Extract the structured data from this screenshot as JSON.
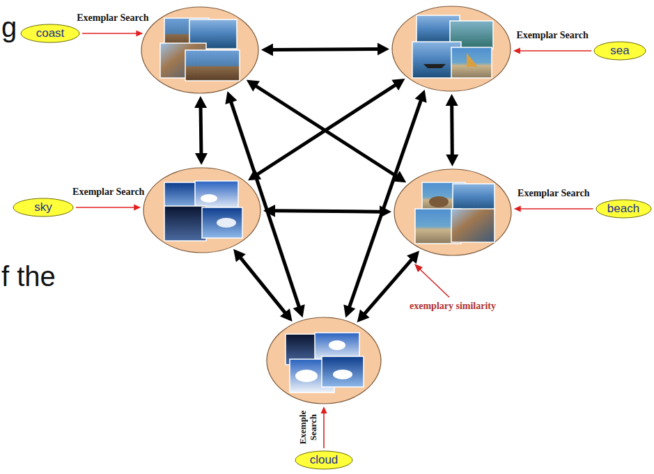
{
  "diagram": {
    "nodes": [
      {
        "text": [
          "coast"
        ]
      },
      {
        "text": []
      },
      {
        "text": []
      },
      {
        "text": [
          "sea"
        ]
      },
      {
        "text": [
          "sky"
        ]
      },
      {
        "text": []
      },
      {
        "text": []
      },
      {
        "text": [
          "beach"
        ]
      },
      {
        "text": []
      },
      {
        "text": [
          "cloud"
        ]
      }
    ],
    "edges": [
      {
        "from": 0,
        "to": 1,
        "arrow": "to",
        "label": "Exemplar Search"
      },
      {
        "from": 3,
        "to": 2,
        "arrow": "to",
        "label": "Exemplar Search"
      },
      {
        "from": 4,
        "to": 5,
        "arrow": "to",
        "label": "Exemplar Search"
      },
      {
        "from": 7,
        "to": 6,
        "arrow": "to",
        "label": "Exemplar Search"
      },
      {
        "from": 9,
        "to": 8,
        "arrow": "to",
        "label": "Exemple Search"
      },
      {
        "from": 1,
        "to": 2,
        "arrow": "both"
      },
      {
        "from": 1,
        "to": 5,
        "arrow": "both"
      },
      {
        "from": 1,
        "to": 6,
        "arrow": "both"
      },
      {
        "from": 1,
        "to": 8,
        "arrow": "both"
      },
      {
        "from": 2,
        "to": 5,
        "arrow": "both"
      },
      {
        "from": 2,
        "to": 6,
        "arrow": "both"
      },
      {
        "from": 2,
        "to": 8,
        "arrow": "both"
      },
      {
        "from": 5,
        "to": 6,
        "arrow": "both"
      },
      {
        "from": 5,
        "to": 8,
        "arrow": "both"
      },
      {
        "from": 6,
        "to": 8,
        "arrow": "both"
      }
    ],
    "labels": [
      "g",
      "f the",
      "exemplary similarity"
    ]
  }
}
